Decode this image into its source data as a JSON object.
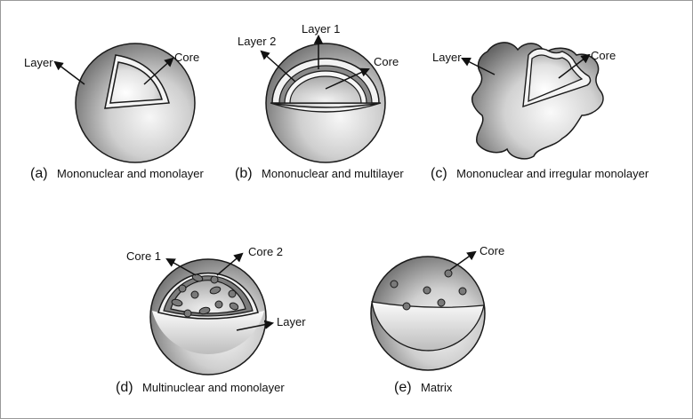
{
  "panels": {
    "a": {
      "caption_letter": "(a)",
      "caption_text": "Mononuclear and monolayer",
      "labels": {
        "layer": "Layer",
        "core": "Core"
      }
    },
    "b": {
      "caption_letter": "(b)",
      "caption_text": "Mononuclear and multilayer",
      "labels": {
        "layer1": "Layer 1",
        "layer2": "Layer 2",
        "core": "Core"
      }
    },
    "c": {
      "caption_letter": "(c)",
      "caption_text": "Mononuclear and irregular monolayer",
      "labels": {
        "layer": "Layer",
        "core": "Core"
      }
    },
    "d": {
      "caption_letter": "(d)",
      "caption_text": "Multinuclear and monolayer",
      "labels": {
        "core1": "Core 1",
        "core2": "Core 2",
        "layer": "Layer"
      }
    },
    "e": {
      "caption_letter": "(e)",
      "caption_text": "Matrix",
      "labels": {
        "core": "Core"
      }
    }
  },
  "colors": {
    "outline": "#1a1a1a",
    "sphere_light": "#f2f2f2",
    "sphere_dark": "#6e6e6e",
    "core_dot": "#7a7a7a"
  }
}
